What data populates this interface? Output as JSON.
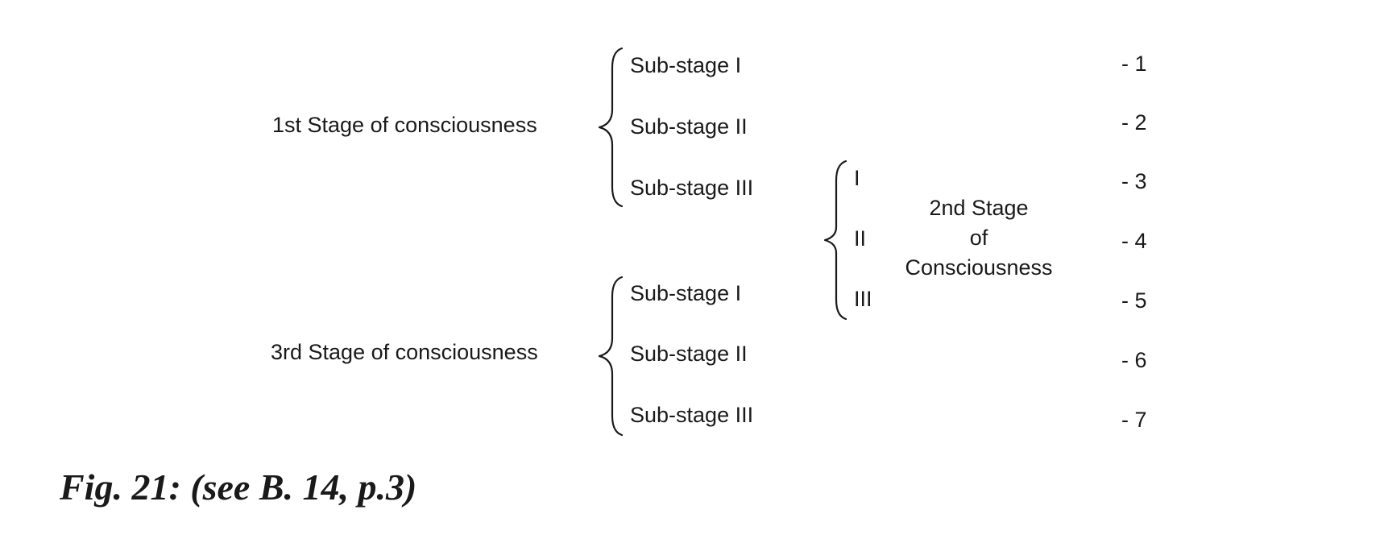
{
  "stage1": {
    "label": "1st Stage of consciousness",
    "substages": [
      "Sub-stage I",
      "Sub-stage II",
      "Sub-stage III"
    ]
  },
  "stage2": {
    "label_lines": [
      "2nd Stage",
      "of",
      "Consciousness"
    ],
    "substages": [
      "I",
      "II",
      "III"
    ]
  },
  "stage3": {
    "label": "3rd Stage of consciousness",
    "substages": [
      "Sub-stage I",
      "Sub-stage II",
      "Sub-stage III"
    ]
  },
  "numbers": [
    "- 1",
    "- 2",
    "- 3",
    "- 4",
    "- 5",
    "- 6",
    "- 7"
  ],
  "caption": "Fig. 21: (see B. 14, p.3)"
}
